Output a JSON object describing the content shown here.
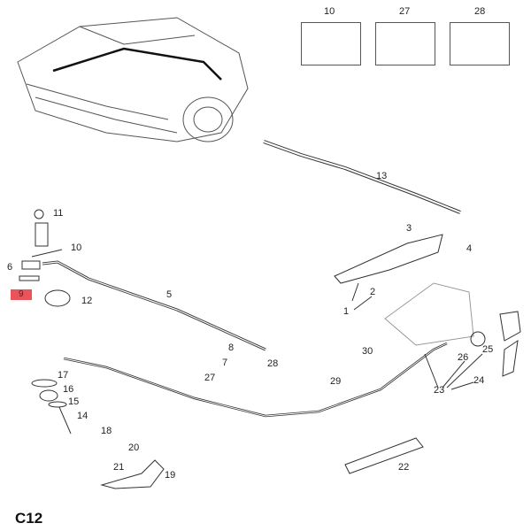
{
  "diagram_code": "C12",
  "highlight_color": "#e8545a",
  "highlighted_part": "9",
  "fastener_boxes": [
    "10",
    "27",
    "28"
  ],
  "callouts": {
    "p1": "1",
    "p2": "2",
    "p3": "3",
    "p4": "4",
    "p5": "5",
    "p6": "6",
    "p7": "7",
    "p8": "8",
    "p9": "9",
    "p10": "10",
    "p11": "11",
    "p12": "12",
    "p13": "13",
    "p14": "14",
    "p15": "15",
    "p16": "16",
    "p17": "17",
    "p18": "18",
    "p19": "19",
    "p20": "20",
    "p21": "21",
    "p22": "22",
    "p23": "23",
    "p24": "24",
    "p25": "25",
    "p26": "26",
    "p27": "27",
    "p28": "28",
    "p29": "29",
    "p30": "30"
  }
}
